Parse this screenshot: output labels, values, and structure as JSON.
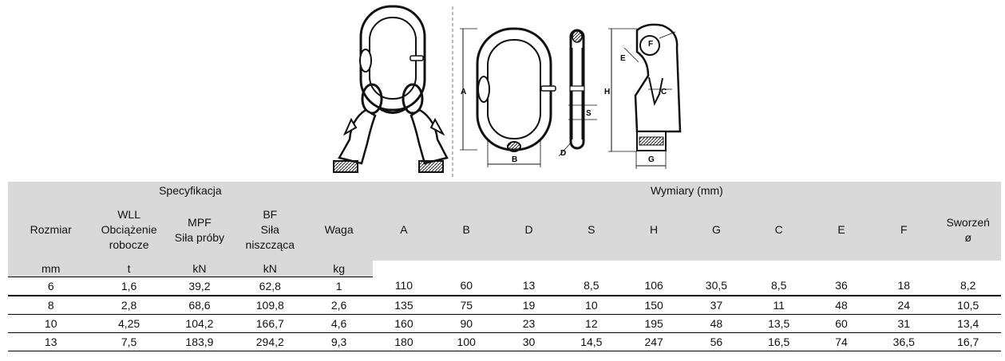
{
  "drawing": {
    "labels": {
      "A": "A",
      "B": "B",
      "S": "S",
      "D": "D",
      "H": "H",
      "C": "C",
      "E": "E",
      "F": "F",
      "G": "G"
    }
  },
  "table": {
    "group_spec": "Specyfikacja",
    "group_dims": "Wymiary (mm)",
    "col_rozmiar": "Rozmiar",
    "col_wll": [
      "WLL",
      "Obciążenie",
      "robocze"
    ],
    "col_mpf": [
      "MPF",
      "Siła próby"
    ],
    "col_bf": [
      "BF",
      "Siła",
      "niszcząca"
    ],
    "col_waga": "Waga",
    "dim_headers": [
      "A",
      "B",
      "D",
      "S",
      "H",
      "G",
      "C",
      "E",
      "F"
    ],
    "col_sworzen": [
      "Sworzeń",
      "ø"
    ],
    "units": [
      "mm",
      "t",
      "kN",
      "kN",
      "kg"
    ],
    "rows": [
      [
        "6",
        "1,6",
        "39,2",
        "62,8",
        "1",
        "110",
        "60",
        "13",
        "8,5",
        "106",
        "30,5",
        "8,5",
        "36",
        "18",
        "8,2"
      ],
      [
        "8",
        "2,8",
        "68,6",
        "109,8",
        "2,6",
        "135",
        "75",
        "19",
        "10",
        "150",
        "37",
        "11",
        "48",
        "24",
        "10,5"
      ],
      [
        "10",
        "4,25",
        "104,2",
        "166,7",
        "4,6",
        "160",
        "90",
        "23",
        "12",
        "195",
        "48",
        "13,5",
        "60",
        "31",
        "13,4"
      ],
      [
        "13",
        "7,5",
        "183,9",
        "294,2",
        "9,3",
        "180",
        "100",
        "30",
        "14,5",
        "247",
        "56",
        "16,5",
        "74",
        "36,5",
        "16,7"
      ]
    ]
  }
}
